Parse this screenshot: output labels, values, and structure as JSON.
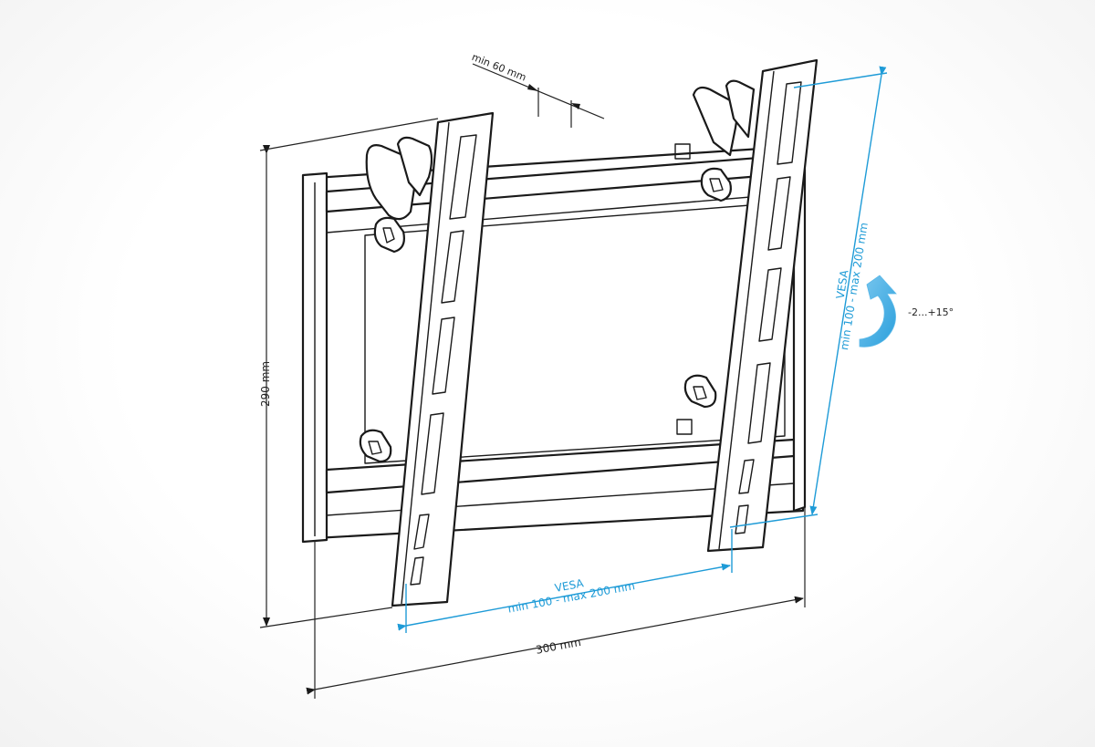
{
  "diagram": {
    "subject": "TV wall mount bracket (tilting)",
    "colors": {
      "line": "#1a1a1a",
      "dimension_blue": "#1e9bd7",
      "background": "#ffffff"
    },
    "dimensions": {
      "height_label": "290 mm",
      "width_label": "300 mm",
      "min_gap_label": "min 60 mm",
      "vesa_horizontal": {
        "title": "VESA",
        "range": "min 100 - max 200 mm"
      },
      "vesa_vertical": {
        "title": "VESA",
        "range": "min 100 - max 200 mm"
      },
      "tilt_label": "-2...+15°"
    },
    "icons": {
      "tilt": "curved-arrow-icon"
    }
  }
}
